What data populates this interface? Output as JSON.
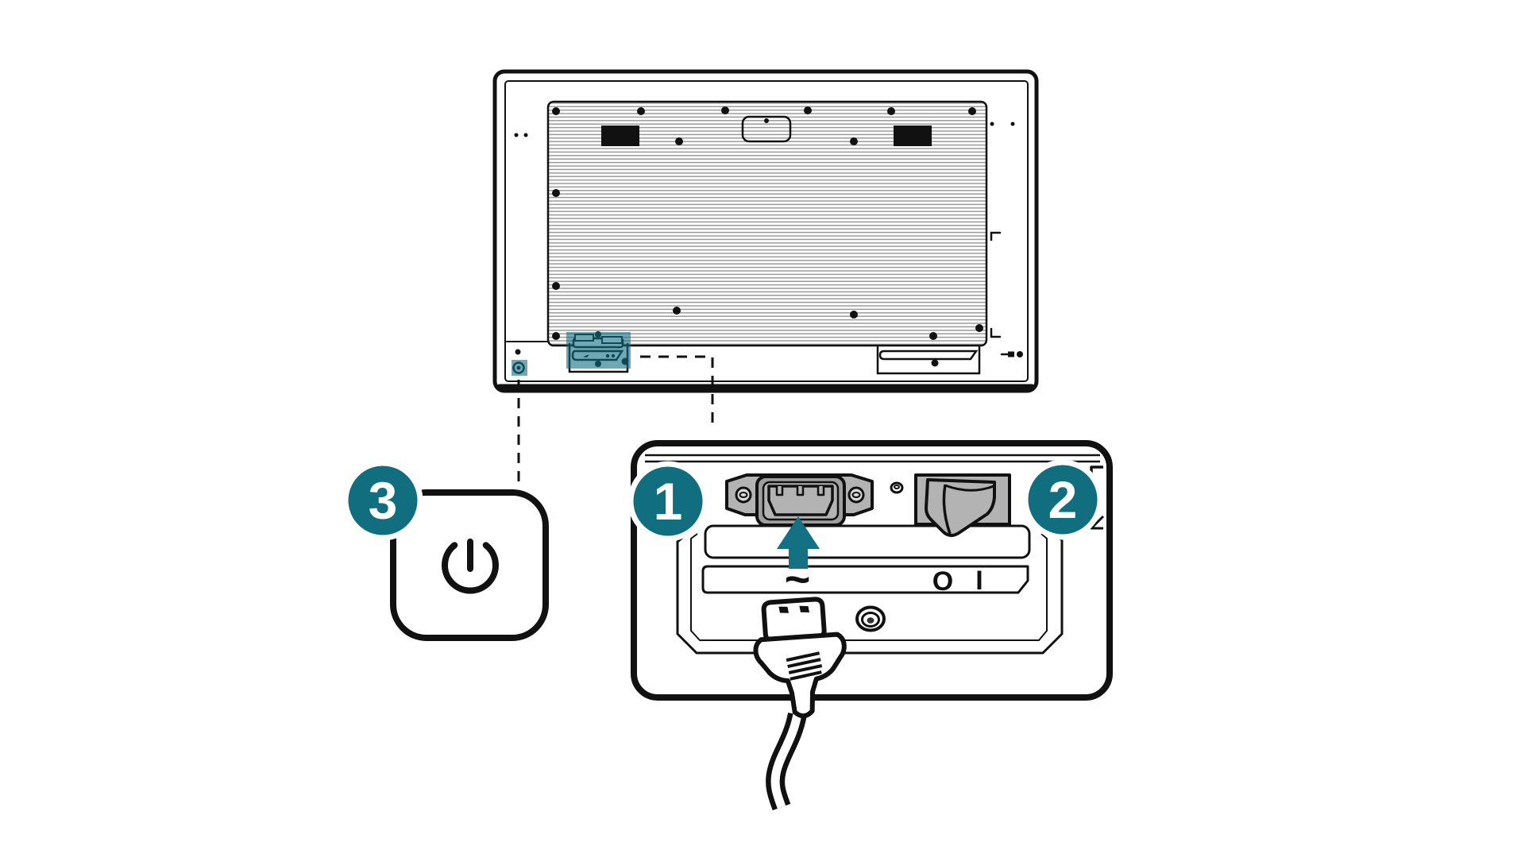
{
  "diagram": {
    "background_color": "#ffffff",
    "accent_color": "#116e7e",
    "highlight_color": "#117083",
    "line_color": "#111111",
    "callout_1": {
      "label": "1",
      "target": "ac-power-inlet"
    },
    "callout_2": {
      "label": "2",
      "target": "power-switch"
    },
    "callout_3": {
      "label": "3",
      "target": "power-button"
    },
    "panel_symbols": {
      "ac": "~",
      "off": "O",
      "on": "I"
    },
    "icons": {
      "power_symbol": "power-standby-icon",
      "insert_arrow": "arrow-up-icon"
    }
  }
}
